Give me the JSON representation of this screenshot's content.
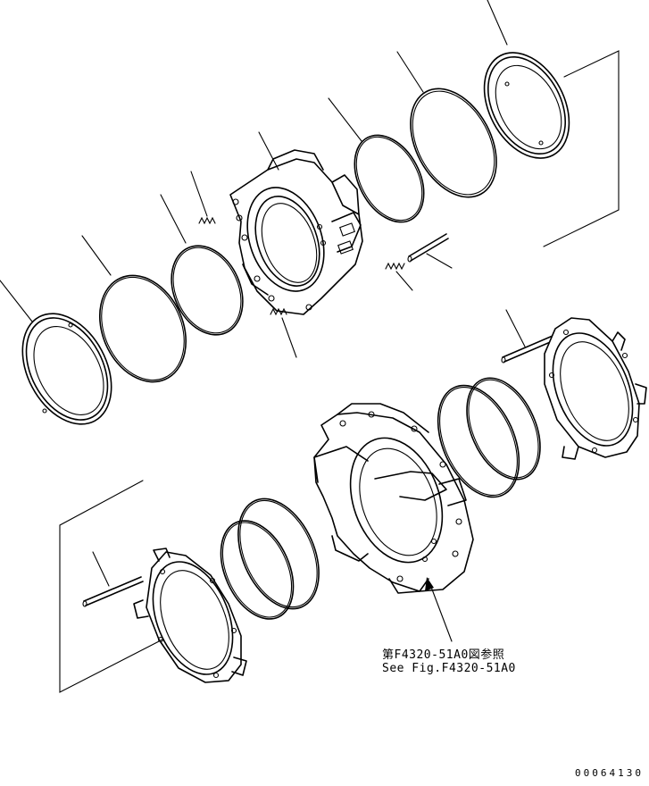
{
  "reference_note": {
    "line_jp": "第F4320-51A0図参照",
    "line_en": "See Fig.F4320-51A0"
  },
  "drawing_code": "00064130"
}
